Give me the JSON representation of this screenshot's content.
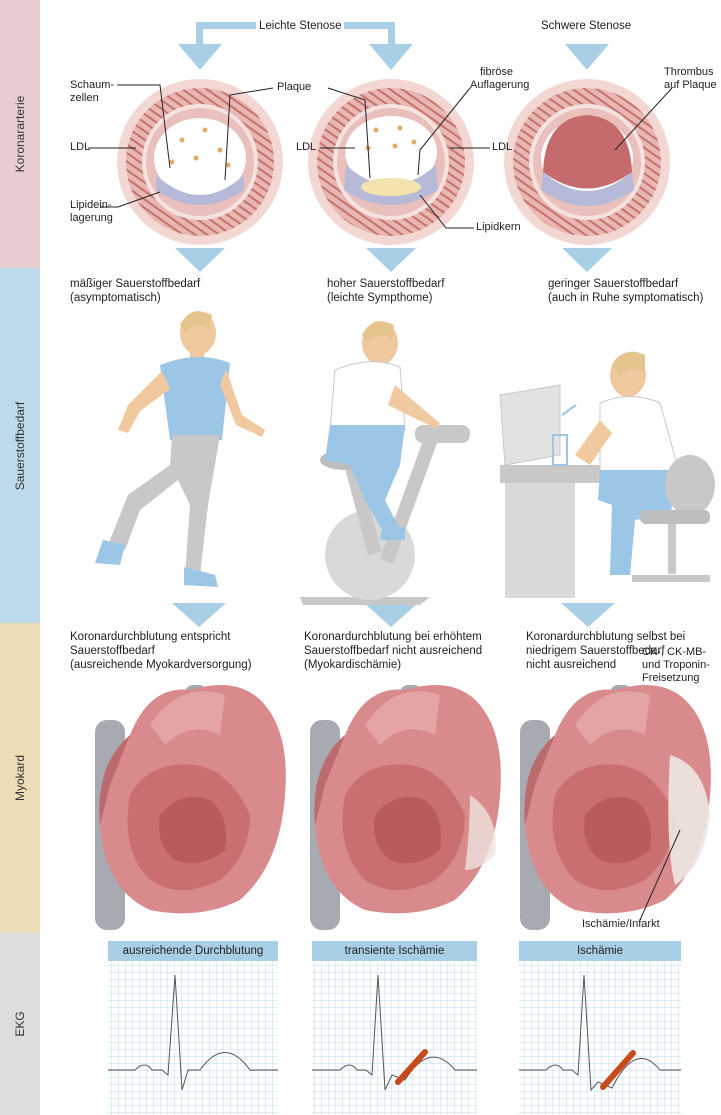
{
  "bands": [
    "Koronararterie",
    "Sauerstoffbedarf",
    "Myokard",
    "EKG"
  ],
  "stenosis": {
    "light": "Leichte Stenose",
    "severe": "Schwere Stenose"
  },
  "artery_labels": {
    "a1": {
      "foam1": "Schaum-",
      "foam2": "zellen",
      "ldl": "LDL",
      "lipid1": "Lipidein-",
      "lipid2": "lagerung",
      "plaque": "Plaque"
    },
    "a2": {
      "fib1": "fibröse",
      "fib2": "Auflagerung",
      "ldl_left": "LDL",
      "ldl_right": "LDL",
      "core": "Lipidkern"
    },
    "a3": {
      "thr1": "Thrombus",
      "thr2": "auf Plaque"
    }
  },
  "demand": [
    {
      "l1": "mäßiger Sauerstoffbedarf",
      "l2": "(asymptomatisch)"
    },
    {
      "l1": "hoher Sauerstoffbedarf",
      "l2": "(leichte Sympthome)"
    },
    {
      "l1": "geringer Sauerstoffbedarf",
      "l2": "(auch in Ruhe symptomatisch)"
    }
  ],
  "perfusion": [
    {
      "l1": "Koronardurchblutung entspricht",
      "l2": "Sauerstoffbedarf",
      "l3": "(ausreichende Myokardversorgung)"
    },
    {
      "l1": "Koronardurchblutung bei erhöhtem",
      "l2": "Sauerstoffbedarf nicht ausreichend",
      "l3": "(Myokardischämie)"
    },
    {
      "l1": "Koronardurchblutung selbst bei",
      "l2": "niedrigem Sauerstoffbedarf",
      "l3": "nicht ausreichend"
    }
  ],
  "enzymes": {
    "l1": "CK-, CK-MB-",
    "l2": "und Troponin-",
    "l3": "Freisetzung"
  },
  "infarct_label": "Ischämie/Infarkt",
  "ekg_titles": [
    "ausreichende Durchblutung",
    "transiente Ischämie",
    "Ischämie"
  ],
  "colors": {
    "band1": "#e8cdd1",
    "band2": "#bcdaea",
    "band3": "#ecdcb7",
    "band4": "#dddddd",
    "arrow": "#a9cfe6",
    "heart": "#d98a8c",
    "vessel": "#a7aab0",
    "skin": "#f1c9a1",
    "shirt": "#9cc6e6",
    "pants": "#c8c8c8",
    "st_segment": "#c84a1a"
  }
}
